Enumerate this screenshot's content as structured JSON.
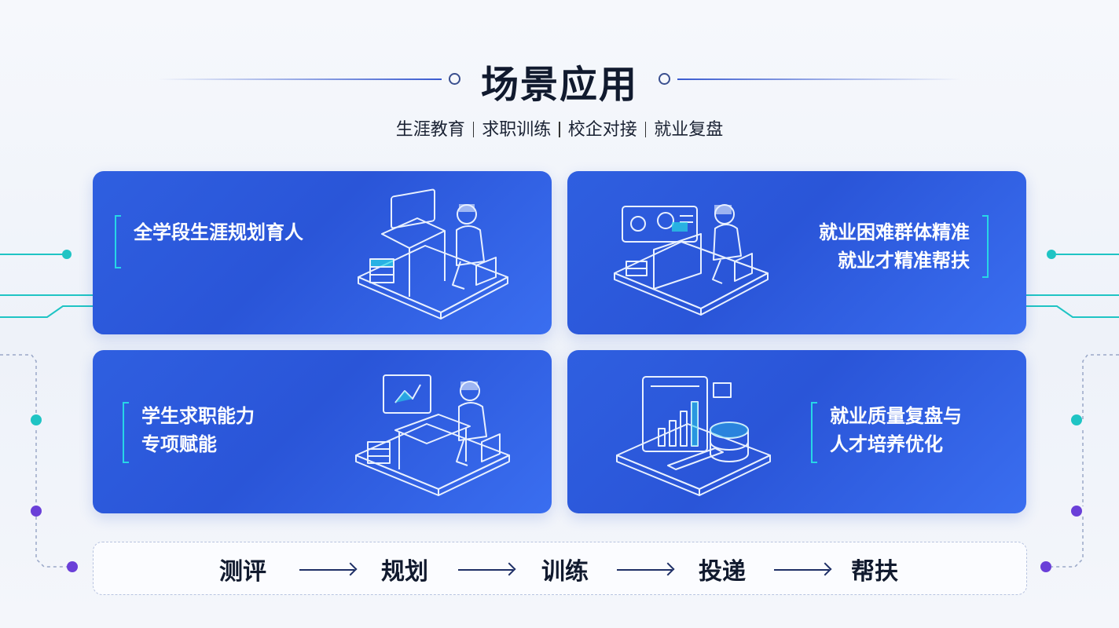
{
  "title": "场景应用",
  "subtitle": [
    "生涯教育",
    "求职训练",
    "校企对接",
    "就业复盘"
  ],
  "cards": [
    {
      "lines": [
        "全学段生涯规划育人"
      ],
      "illustration": "person-at-computer-desk-icon"
    },
    {
      "lines": [
        "就业困难群体精准",
        "就业才精准帮扶"
      ],
      "illustration": "person-at-dashboard-desk-icon"
    },
    {
      "lines": [
        "学生求职能力",
        "专项赋能"
      ],
      "illustration": "person-at-monitor-desk-icon"
    },
    {
      "lines": [
        "就业质量复盘与",
        "人才培养优化"
      ],
      "illustration": "analytics-dashboard-icon"
    }
  ],
  "flow": [
    "测评",
    "规划",
    "训练",
    "投递",
    "帮扶"
  ],
  "colors": {
    "card": "#2f5fe0",
    "accent": "#27d6e6",
    "circuit_teal": "#1fc4c4",
    "circuit_purple": "#6a3fd8",
    "title": "#111a2e"
  }
}
